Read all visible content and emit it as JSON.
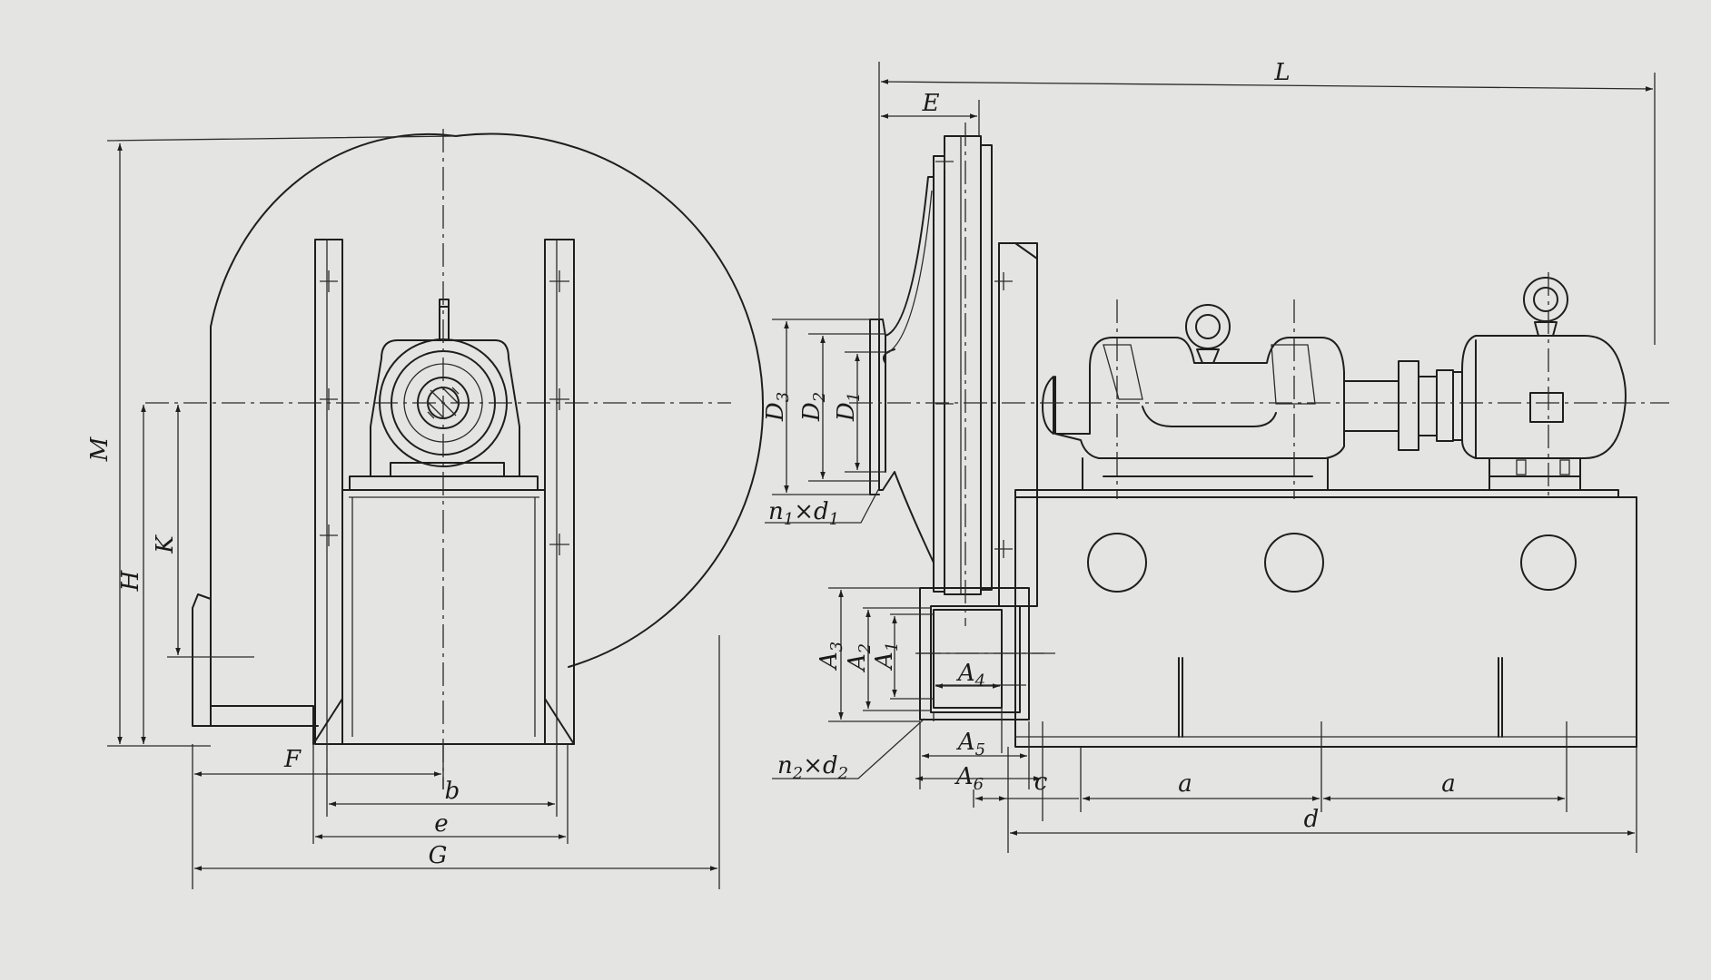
{
  "labels": {
    "L": "L",
    "E": "E",
    "M": "M",
    "H": "H",
    "K": "K",
    "F": "F",
    "b": "b",
    "e": "e",
    "G": "G",
    "D3": {
      "main": "D",
      "sub": "3"
    },
    "D2": {
      "main": "D",
      "sub": "2"
    },
    "D1": {
      "main": "D",
      "sub": "1"
    },
    "n1d1": {
      "n": "n",
      "nsub": "1",
      "x": "×",
      "d": "d",
      "dsub": "1"
    },
    "A3": {
      "main": "A",
      "sub": "3"
    },
    "A2": {
      "main": "A",
      "sub": "2"
    },
    "A1": {
      "main": "A",
      "sub": "1"
    },
    "A4": {
      "main": "A",
      "sub": "4"
    },
    "A5": {
      "main": "A",
      "sub": "5"
    },
    "A6": {
      "main": "A",
      "sub": "6"
    },
    "n2d2": {
      "n": "n",
      "nsub": "2",
      "x": "×",
      "d": "d",
      "dsub": "2"
    },
    "c": "c",
    "a_left": "a",
    "a_right": "a",
    "d": "d"
  },
  "colors": {
    "paper": "#e4e4e2",
    "ink": "#1e1e1e"
  }
}
